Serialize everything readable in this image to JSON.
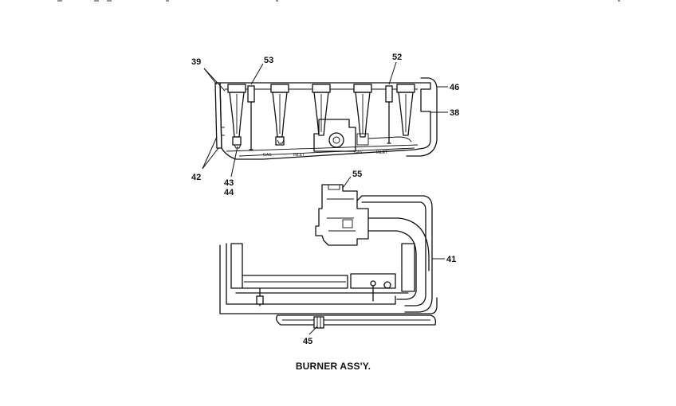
{
  "caption": "BURNER ASS'Y.",
  "callouts": {
    "c39": "39",
    "c53": "53",
    "c52": "52",
    "c46": "46",
    "c38": "38",
    "c42": "42",
    "c43": "43",
    "c44": "44",
    "c55": "55",
    "c41": "41",
    "c45": "45"
  }
}
